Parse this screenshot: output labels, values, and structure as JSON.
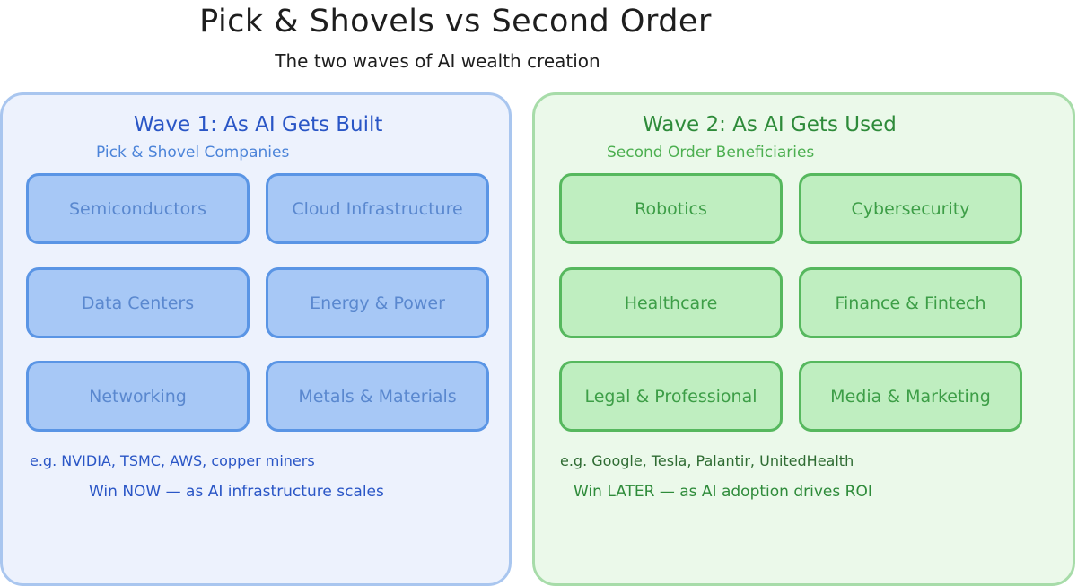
{
  "title": "Pick & Shovels vs Second Order",
  "subtitle": "The two waves of AI wealth creation",
  "colors": {
    "wave1_accent": "#2a56c6",
    "wave1_tile": "#a7c8f6",
    "wave2_accent": "#2e8b3a",
    "wave2_tile": "#bfeec0"
  },
  "waves": [
    {
      "title": "Wave 1: As AI Gets Built",
      "subtitle": "Pick & Shovel Companies",
      "tiles": [
        "Semiconductors",
        "Cloud Infrastructure",
        "Data Centers",
        "Energy & Power",
        "Networking",
        "Metals & Materials"
      ],
      "examples": "e.g. NVIDIA, TSMC, AWS, copper miners",
      "timing": "Win NOW — as AI infrastructure scales"
    },
    {
      "title": "Wave 2: As AI Gets Used",
      "subtitle": "Second Order Beneficiaries",
      "tiles": [
        "Robotics",
        "Cybersecurity",
        "Healthcare",
        "Finance & Fintech",
        "Legal & Professional",
        "Media & Marketing"
      ],
      "examples": "e.g. Google, Tesla, Palantir, UnitedHealth",
      "timing": "Win LATER — as AI adoption drives ROI"
    }
  ]
}
